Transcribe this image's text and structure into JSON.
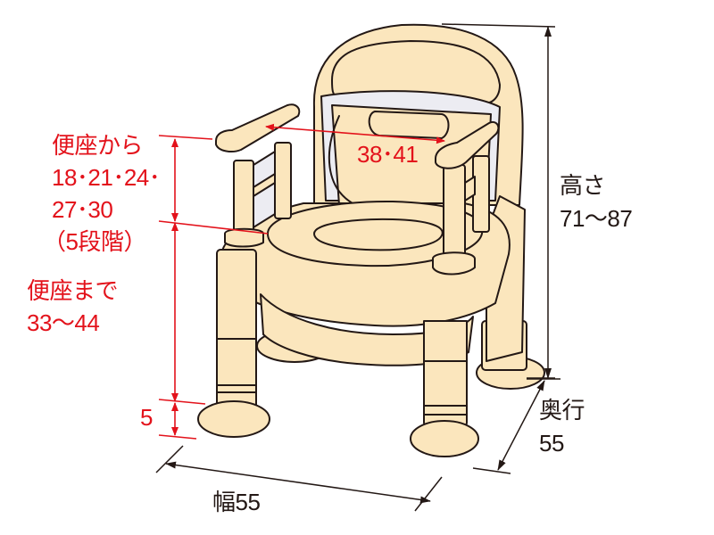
{
  "diagram": {
    "subject": "portable toilet chair",
    "colors": {
      "body_fill": "#fbe6bd",
      "outline": "#231815",
      "red_dimension": "#e3121b",
      "black_dimension": "#231815",
      "gap_fill": "#ececf2"
    },
    "labels": {
      "seat_range_title": "便座から",
      "seat_range_values_1": "18･21･24･",
      "seat_range_values_2": "27･30",
      "seat_range_steps": "（5段階）",
      "seat_height_title": "便座まで",
      "seat_height_value": "33～44",
      "foot_height": "5",
      "armrest_width": "38･41",
      "height_title": "高さ",
      "height_value": "71～87",
      "depth_title": "奥行",
      "depth_value": "55",
      "width_label": "幅55"
    }
  }
}
